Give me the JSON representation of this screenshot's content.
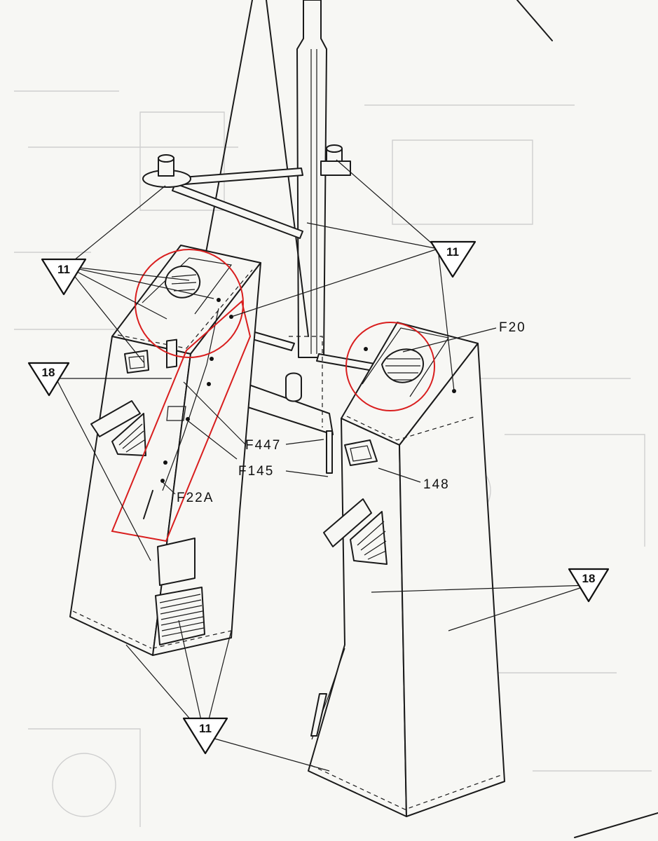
{
  "callouts": {
    "ref_11_top_left": "11",
    "ref_11_top_right": "11",
    "ref_11_bottom": "11",
    "ref_18_left": "18",
    "ref_18_right": "18"
  },
  "labels": {
    "f20": "F20",
    "f447": "F447",
    "f145": "F145",
    "f22a": "F22A",
    "n148": "148"
  },
  "colors": {
    "ink": "#1a1a1a",
    "highlight": "#d91e1e",
    "paper": "#f7f7f4"
  }
}
